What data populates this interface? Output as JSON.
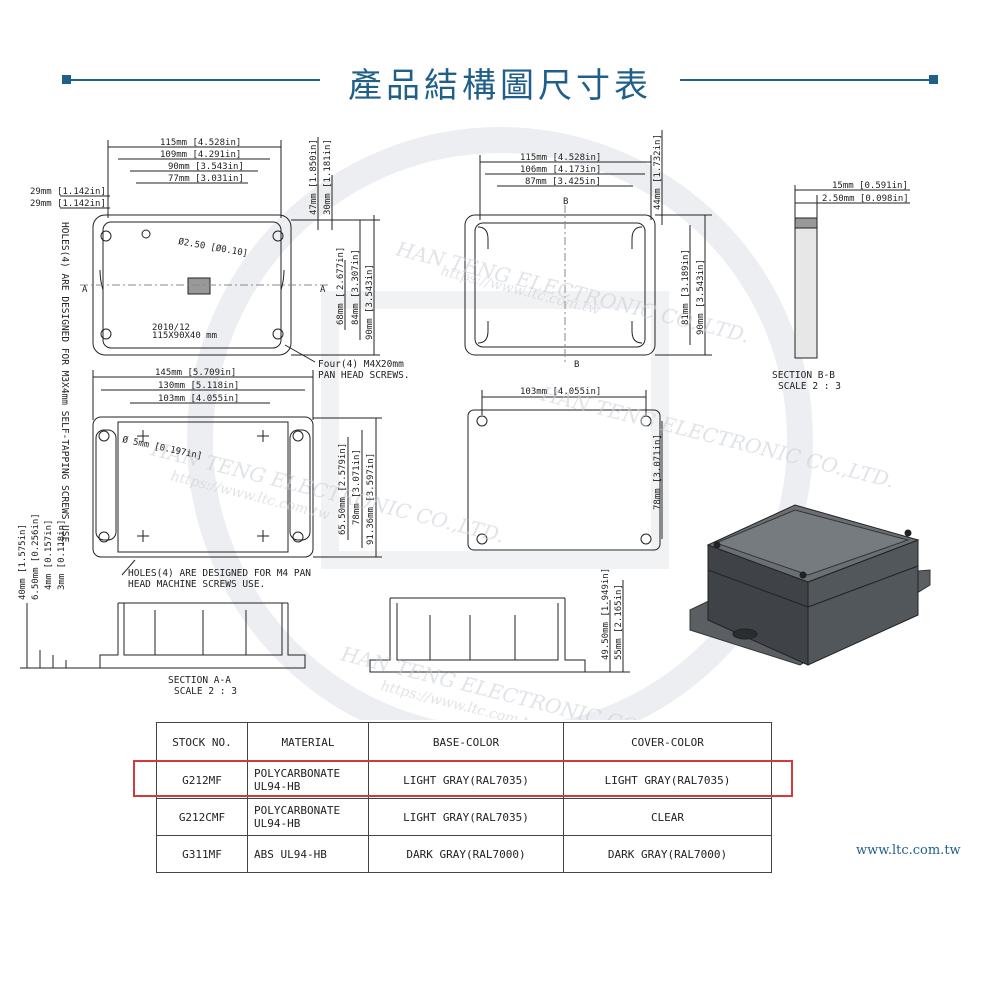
{
  "header": {
    "title": "產品結構圖尺寸表"
  },
  "top_left": {
    "dims_w": [
      "115mm [4.528in]",
      "109mm [4.291in]",
      "90mm [3.543in]",
      "77mm [3.031in]"
    ],
    "dims_side": [
      "29mm [1.142in]",
      "29mm [1.142in]"
    ],
    "dims_v_right": [
      "2.677in]",
      "68mm [",
      "84mm [3.307in]",
      "90mm [3.543in]"
    ],
    "dims_v_top": [
      "47mm [1.850in]",
      "30mm [1.181in]"
    ],
    "hole_label": "Ø2.50 [Ø0.10]",
    "section_mark": "A",
    "side_note": "HOLES(4) ARE DESIGNED FOR M3X4mm SELF-TAPPING SCREWS USE.",
    "screw_note_1": "Four(4) M4X20mm",
    "screw_note_2": "PAN HEAD SCREWS.",
    "label_1": "2010/12",
    "label_2": "115X90X40 mm"
  },
  "top_mid": {
    "dims_w": [
      "115mm [4.528in]",
      "106mm [4.173in]",
      "87mm [3.425in]"
    ],
    "dims_v": [
      "44mm [1.732in]",
      "81mm [3.189in]",
      "90mm [3.543in]"
    ],
    "section_mark": "B"
  },
  "top_right": {
    "dims": [
      "15mm [0.591in]",
      "2.50mm [0.098in]"
    ],
    "caption_1": "SECTION B-B",
    "caption_2": "SCALE 2 : 3"
  },
  "mid_left": {
    "dims_w": [
      "145mm [5.709in]",
      "130mm [5.118in]",
      "103mm [4.055in]"
    ],
    "dims_v": [
      "65.50mm [2.579in]",
      "78mm [3.071in]",
      "91.36mm [3.597in]"
    ],
    "hole_label": "Ø 5mm [0.197in]",
    "hole_note_1": "HOLES(4) ARE DESIGNED FOR M4 PAN",
    "hole_note_2": "HEAD MACHINE SCREWS USE."
  },
  "mid_mid": {
    "dims_w": [
      "103mm [4.055in]"
    ],
    "dims_v": [
      "78mm [3.071in]"
    ]
  },
  "section_a": {
    "dims_v": [
      "40mm [1.575in]",
      "6.50mm [0.256in]",
      "4mm [0.157in]",
      "3mm [0.118in]"
    ],
    "caption_1": "SECTION A-A",
    "caption_2": "SCALE 2 : 3"
  },
  "section_mid": {
    "dims_v": [
      "49.50mm [1.949in]",
      "55mm [2.165in]"
    ]
  },
  "watermark": {
    "text_1": "HAN TENG ELECTRONIC CO.,LTD.",
    "text_2": "https://www.ltc.com.tw"
  },
  "table": {
    "headers": [
      "STOCK NO.",
      "MATERIAL",
      "BASE-COLOR",
      "COVER-COLOR"
    ],
    "rows": [
      {
        "stock": "G212MF",
        "material_1": "POLYCARBONATE",
        "material_2": "UL94-HB",
        "base": "LIGHT GRAY(RAL7035)",
        "cover": "LIGHT GRAY(RAL7035)"
      },
      {
        "stock": "G212CMF",
        "material_1": "POLYCARBONATE",
        "material_2": "UL94-HB",
        "base": "LIGHT GRAY(RAL7035)",
        "cover": "CLEAR"
      },
      {
        "stock": "G311MF",
        "material_1": "ABS UL94-HB",
        "material_2": "",
        "base": "DARK GRAY(RAL7000)",
        "cover": "DARK GRAY(RAL7000)"
      }
    ]
  },
  "footer": {
    "site": "www.ltc.com.tw"
  },
  "colors": {
    "accent": "#1f5f8a",
    "highlight": "#d23b3b"
  }
}
